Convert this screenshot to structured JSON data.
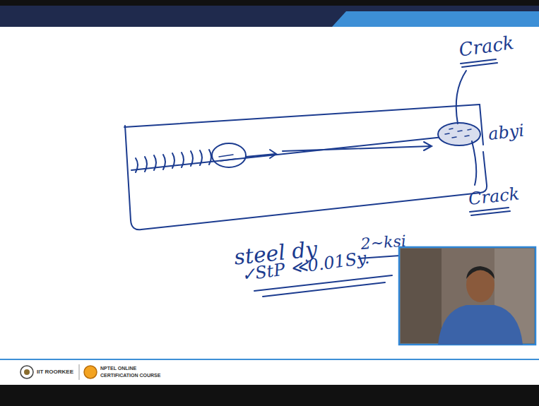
{
  "diagram": {
    "labels": [
      "Crack",
      "abyi",
      "Crack",
      "steel dy",
      "2~ksi",
      "✓StP ≪0.01Sy.",
      "IIT ROORKEE",
      "NPTEL ONLINE",
      "CERTIFICATION COURSE"
    ]
  }
}
